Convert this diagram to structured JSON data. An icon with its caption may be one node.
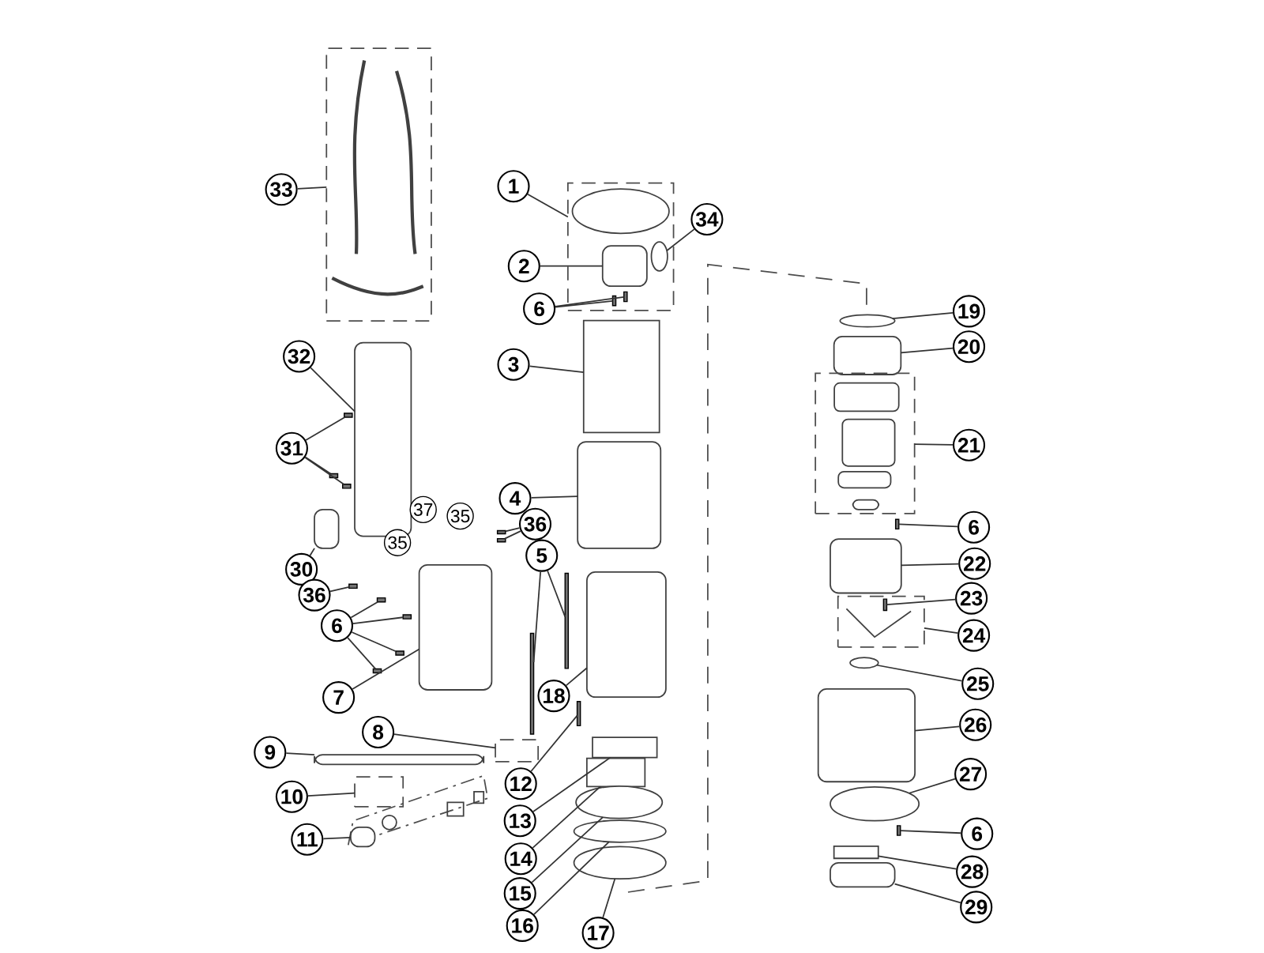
{
  "diagram": {
    "nodes": [
      {
        "text": [
          "33"
        ]
      },
      {
        "text": [],
        "shape": "box"
      },
      {
        "text": [
          "32"
        ]
      },
      {
        "text": [],
        "shape": "box"
      },
      {
        "text": [
          "31"
        ]
      },
      {
        "text": [],
        "shape": "bar"
      },
      {
        "text": [],
        "shape": "bar"
      },
      {
        "text": [],
        "shape": "bar"
      },
      {
        "text": [
          "30"
        ]
      },
      {
        "text": [],
        "shape": "box"
      },
      {
        "text": [
          "36"
        ]
      },
      {
        "text": [],
        "shape": "bar"
      },
      {
        "text": [
          "6"
        ]
      },
      {
        "text": [],
        "shape": "bar"
      },
      {
        "text": [],
        "shape": "bar"
      },
      {
        "text": [],
        "shape": "bar"
      },
      {
        "text": [],
        "shape": "bar"
      },
      {
        "text": [
          "7"
        ]
      },
      {
        "text": [],
        "shape": "box"
      },
      {
        "text": [
          "8"
        ]
      },
      {
        "text": [],
        "shape": "box"
      },
      {
        "text": [
          "9"
        ]
      },
      {
        "text": [],
        "shape": "box"
      },
      {
        "text": [
          "10"
        ]
      },
      {
        "text": [],
        "shape": "box"
      },
      {
        "text": [
          "11"
        ]
      },
      {
        "text": [],
        "shape": "box"
      },
      {
        "text": [
          "36"
        ]
      },
      {
        "text": [],
        "shape": "bar"
      },
      {
        "text": [],
        "shape": "bar"
      },
      {
        "text": [
          "1"
        ]
      },
      {
        "text": [],
        "shape": "box"
      },
      {
        "text": [],
        "shape": "circle",
        "in": 31
      },
      {
        "text": [
          "34"
        ]
      },
      {
        "text": [],
        "shape": "circle",
        "in": 31
      },
      {
        "text": [
          "2"
        ]
      },
      {
        "text": [],
        "shape": "box",
        "in": 31
      },
      {
        "text": [
          "6"
        ]
      },
      {
        "text": [],
        "shape": "bar",
        "in": 31
      },
      {
        "text": [],
        "shape": "bar",
        "in": 31
      },
      {
        "text": [
          "3"
        ]
      },
      {
        "text": [],
        "shape": "box"
      },
      {
        "text": [
          "4"
        ]
      },
      {
        "text": [],
        "shape": "box"
      },
      {
        "text": [
          "5"
        ]
      },
      {
        "text": [],
        "shape": "bar"
      },
      {
        "text": [],
        "shape": "bar"
      },
      {
        "text": [
          "18"
        ]
      },
      {
        "text": [],
        "shape": "box"
      },
      {
        "text": [
          "12"
        ]
      },
      {
        "text": [],
        "shape": "bar"
      },
      {
        "text": [
          "13"
        ]
      },
      {
        "text": [],
        "shape": "box"
      },
      {
        "text": [
          "14"
        ]
      },
      {
        "text": [],
        "shape": "box"
      },
      {
        "text": [
          "15"
        ]
      },
      {
        "text": [],
        "shape": "circle"
      },
      {
        "text": [
          "16"
        ]
      },
      {
        "text": [],
        "shape": "circle"
      },
      {
        "text": [
          "17"
        ]
      },
      {
        "text": [],
        "shape": "circle"
      },
      {
        "text": [
          "19"
        ]
      },
      {
        "text": [],
        "shape": "circle"
      },
      {
        "text": [
          "20"
        ]
      },
      {
        "text": [],
        "shape": "box"
      },
      {
        "text": [
          "21"
        ]
      },
      {
        "text": [],
        "shape": "box"
      },
      {
        "text": [
          "6"
        ]
      },
      {
        "text": [],
        "shape": "bar"
      },
      {
        "text": [
          "22"
        ]
      },
      {
        "text": [],
        "shape": "box"
      },
      {
        "text": [
          "23"
        ]
      },
      {
        "text": [],
        "shape": "box"
      },
      {
        "text": [],
        "shape": "bar",
        "in": 72
      },
      {
        "text": [
          "24"
        ]
      },
      {
        "text": [
          "25"
        ]
      },
      {
        "text": [],
        "shape": "circle"
      },
      {
        "text": [
          "26"
        ]
      },
      {
        "text": [],
        "shape": "box"
      },
      {
        "text": [
          "27"
        ]
      },
      {
        "text": [],
        "shape": "circle"
      },
      {
        "text": [
          "6"
        ]
      },
      {
        "text": [],
        "shape": "bar"
      },
      {
        "text": [
          "28"
        ]
      },
      {
        "text": [],
        "shape": "box"
      },
      {
        "text": [
          "29"
        ]
      },
      {
        "text": [],
        "shape": "box"
      }
    ],
    "edges": [
      {
        "from": 0,
        "to": 1,
        "arrow": "none"
      },
      {
        "from": 2,
        "to": 3,
        "arrow": "none"
      },
      {
        "from": 4,
        "to": 5,
        "arrow": "none"
      },
      {
        "from": 4,
        "to": 6,
        "arrow": "none"
      },
      {
        "from": 4,
        "to": 7,
        "arrow": "none"
      },
      {
        "from": 8,
        "to": 9,
        "arrow": "none"
      },
      {
        "from": 10,
        "to": 11,
        "arrow": "none"
      },
      {
        "from": 12,
        "to": 13,
        "arrow": "none"
      },
      {
        "from": 12,
        "to": 14,
        "arrow": "none"
      },
      {
        "from": 12,
        "to": 15,
        "arrow": "none"
      },
      {
        "from": 12,
        "to": 16,
        "arrow": "none"
      },
      {
        "from": 17,
        "to": 18,
        "arrow": "none"
      },
      {
        "from": 19,
        "to": 20,
        "arrow": "none"
      },
      {
        "from": 21,
        "to": 22,
        "arrow": "none"
      },
      {
        "from": 23,
        "to": 24,
        "arrow": "none"
      },
      {
        "from": 25,
        "to": 26,
        "arrow": "none"
      },
      {
        "from": 27,
        "to": 28,
        "arrow": "none"
      },
      {
        "from": 27,
        "to": 29,
        "arrow": "none"
      },
      {
        "from": 30,
        "to": 31,
        "arrow": "none"
      },
      {
        "from": 33,
        "to": 34,
        "arrow": "none"
      },
      {
        "from": 35,
        "to": 36,
        "arrow": "none"
      },
      {
        "from": 37,
        "to": 38,
        "arrow": "none"
      },
      {
        "from": 37,
        "to": 39,
        "arrow": "none"
      },
      {
        "from": 40,
        "to": 41,
        "arrow": "none"
      },
      {
        "from": 42,
        "to": 43,
        "arrow": "none"
      },
      {
        "from": 44,
        "to": 45,
        "arrow": "none"
      },
      {
        "from": 44,
        "to": 46,
        "arrow": "none"
      },
      {
        "from": 47,
        "to": 48,
        "arrow": "none"
      },
      {
        "from": 49,
        "to": 50,
        "arrow": "none"
      },
      {
        "from": 51,
        "to": 52,
        "arrow": "none"
      },
      {
        "from": 53,
        "to": 54,
        "arrow": "none"
      },
      {
        "from": 55,
        "to": 56,
        "arrow": "none"
      },
      {
        "from": 57,
        "to": 58,
        "arrow": "none"
      },
      {
        "from": 59,
        "to": 60,
        "arrow": "none"
      },
      {
        "from": 61,
        "to": 62,
        "arrow": "none"
      },
      {
        "from": 63,
        "to": 64,
        "arrow": "none"
      },
      {
        "from": 65,
        "to": 66,
        "arrow": "none"
      },
      {
        "from": 67,
        "to": 68,
        "arrow": "none"
      },
      {
        "from": 69,
        "to": 70,
        "arrow": "none"
      },
      {
        "from": 71,
        "to": 73,
        "arrow": "none"
      },
      {
        "from": 74,
        "to": 72,
        "arrow": "none"
      },
      {
        "from": 75,
        "to": 76,
        "arrow": "none"
      },
      {
        "from": 77,
        "to": 78,
        "arrow": "none"
      },
      {
        "from": 79,
        "to": 80,
        "arrow": "none"
      },
      {
        "from": 81,
        "to": 82,
        "arrow": "none"
      },
      {
        "from": 83,
        "to": 84,
        "arrow": "none"
      },
      {
        "from": 85,
        "to": 86,
        "arrow": "none"
      }
    ],
    "labels": [
      "37",
      "35",
      "35"
    ]
  }
}
